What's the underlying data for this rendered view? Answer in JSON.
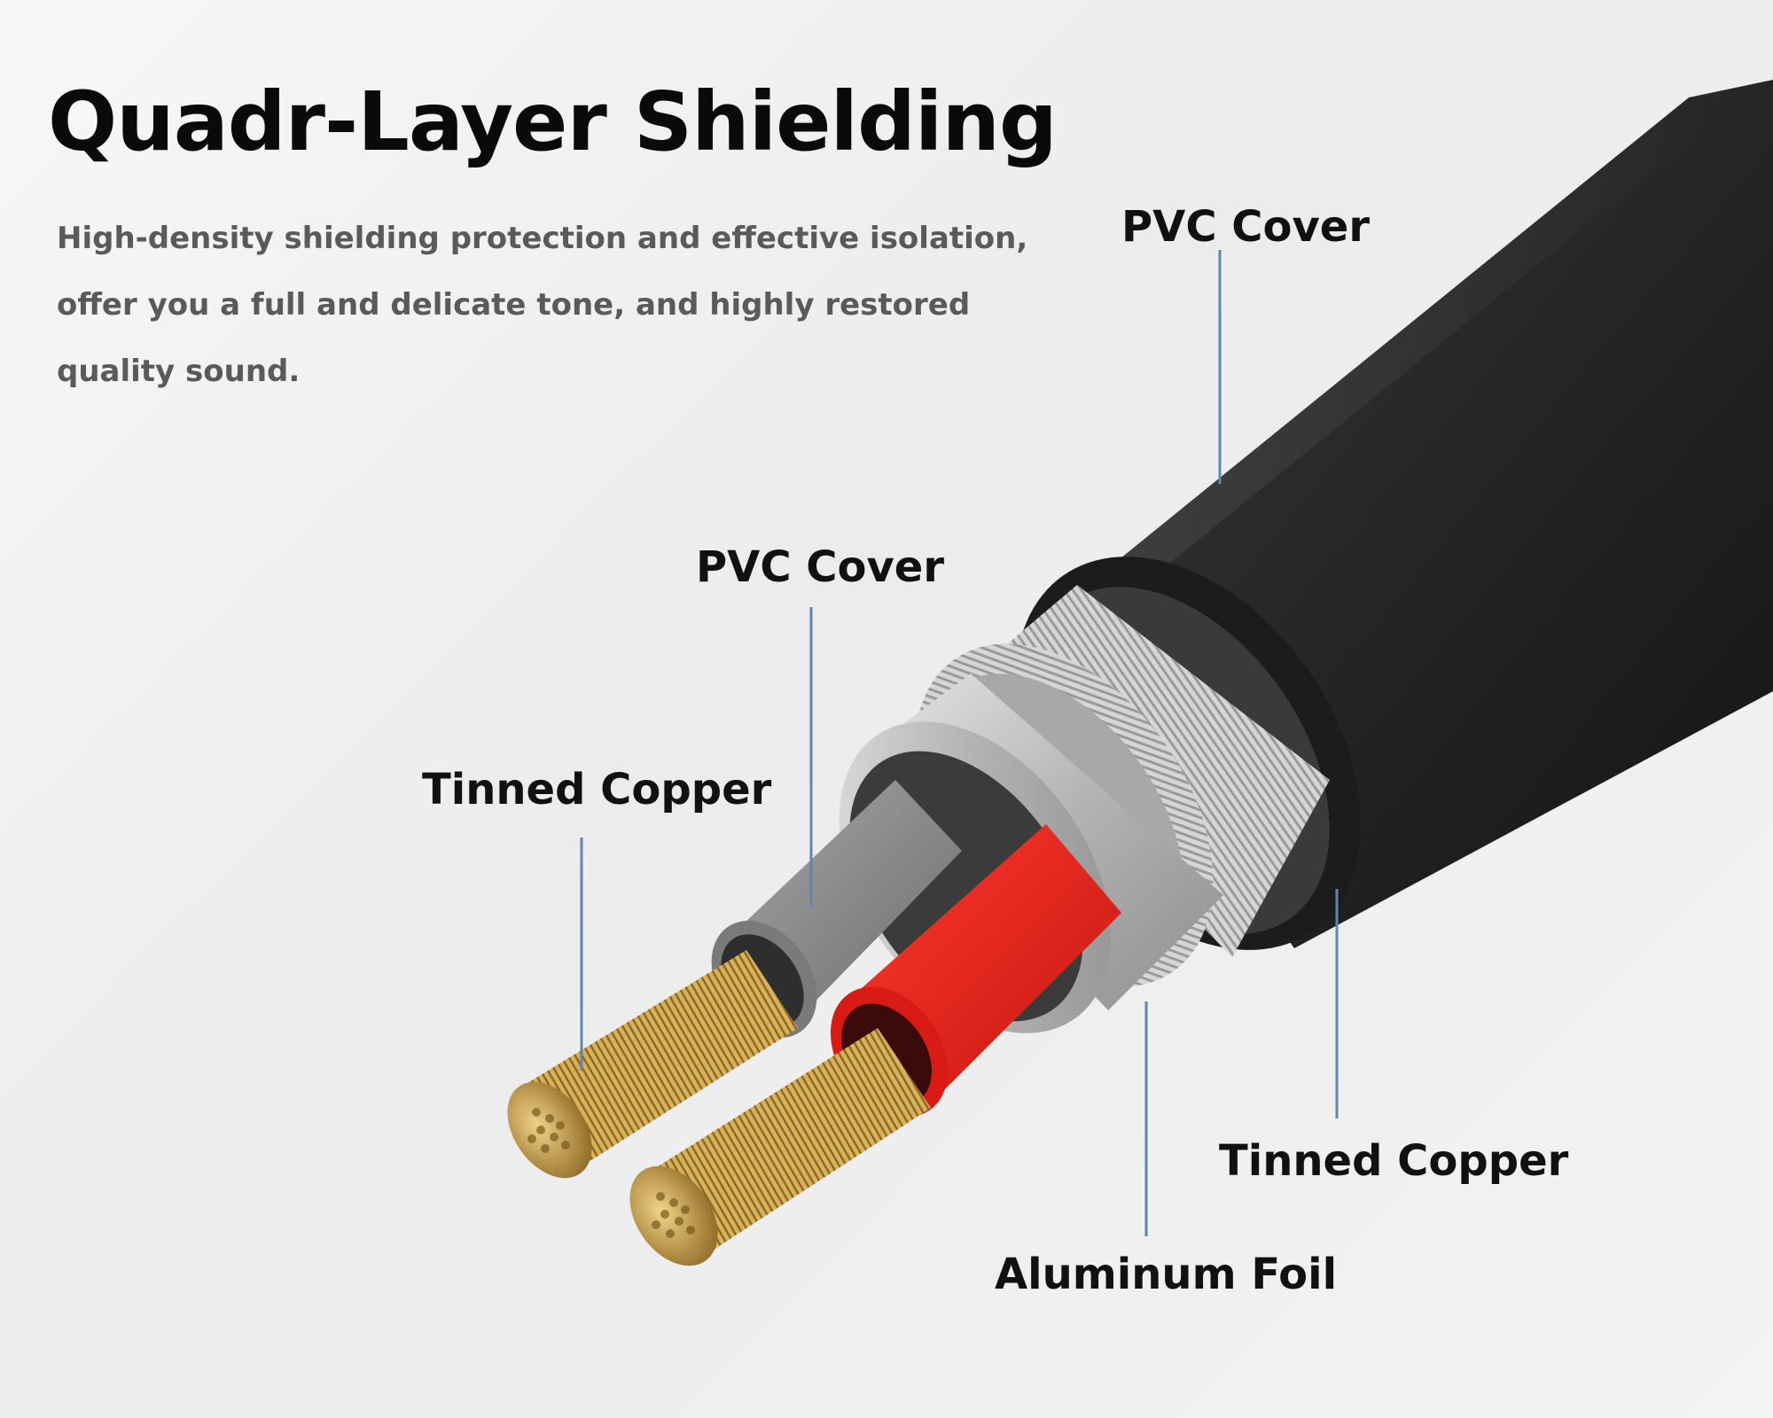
{
  "title": "Quadr-Layer Shielding",
  "description": {
    "line1": "High-density shielding protection and effective isolation,",
    "line2": "offer you a full and delicate tone, and highly restored",
    "line3": "quality sound."
  },
  "labels": {
    "outer_pvc_cover": "PVC Cover",
    "inner_pvc_cover": "PVC Cover",
    "inner_tinned_copper": "Tinned Copper",
    "outer_tinned_copper": "Tinned Copper",
    "aluminum_foil": "Aluminum Foil"
  },
  "colors": {
    "outer_jacket": "#2b2b2b",
    "braid": "#c8c8c8",
    "foil": "#b9b9b9",
    "grey_insulation": "#8c8c8c",
    "red_insulation": "#e8221c",
    "copper": "#c9a04a",
    "leader_line": "#5f86ad"
  }
}
